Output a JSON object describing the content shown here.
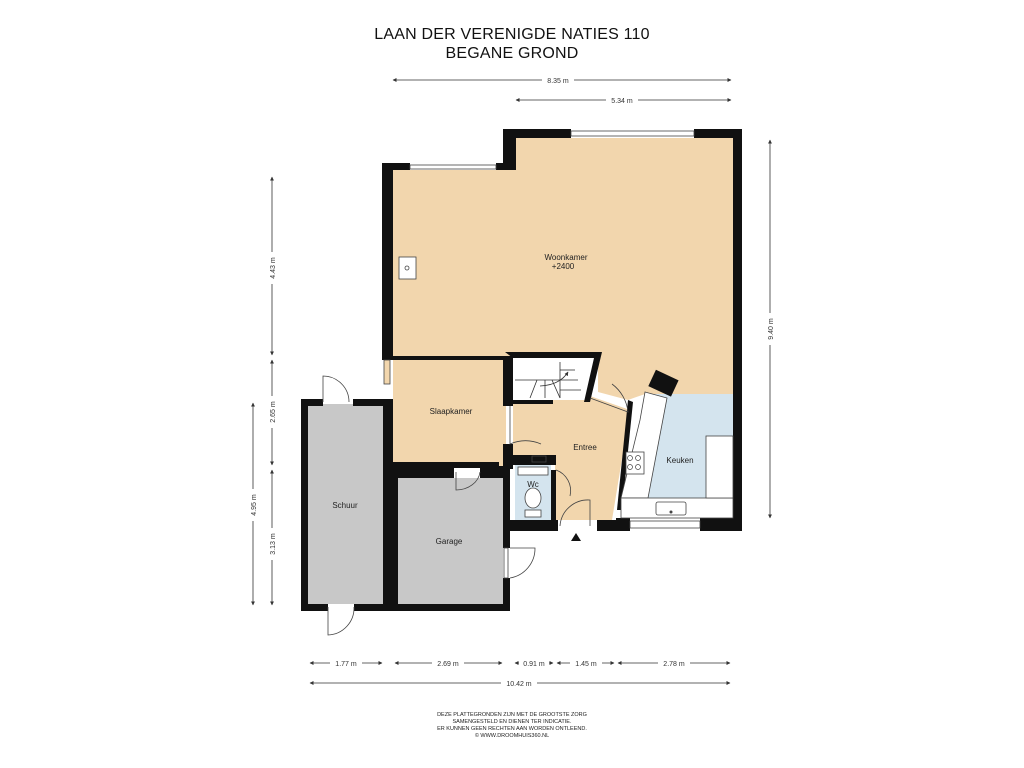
{
  "header": {
    "address": "LAAN DER VERENIGDE NATIES 110",
    "floor": "BEGANE GROND"
  },
  "rooms": {
    "woonkamer": "Woonkamer",
    "level": "+2400",
    "slaapkamer": "Slaapkamer",
    "entree": "Entree",
    "keuken": "Keuken",
    "wc": "Wc",
    "schuur": "Schuur",
    "garage": "Garage"
  },
  "dimensions": {
    "top_total": "8.35 m",
    "top_partial": "5.34 m",
    "left_upper": "4.43 m",
    "left_middle": "2.65 m",
    "left_lower": "3.13 m",
    "left_outer": "4.95 m",
    "right_height": "9.40 m",
    "bottom": [
      "1.77 m",
      "2.69 m",
      "0.91 m",
      "1.45 m",
      "2.78 m"
    ],
    "bottom_total": "10.42 m"
  },
  "disclaimer": [
    "DEZE PLATTEGRONDEN ZIJN MET DE GROOTSTE ZORG",
    "SAMENGESTELD EN DIENEN TER INDICATIE.",
    "ER KUNNEN GEEN RECHTEN AAN WORDEN ONTLEEND.",
    "© WWW.DROOMHUIS360.NL"
  ],
  "colors": {
    "living": "#f2d6ad",
    "kitchen": "#d4e4ee",
    "storage": "#c8c8c8",
    "wall": "#111111"
  }
}
